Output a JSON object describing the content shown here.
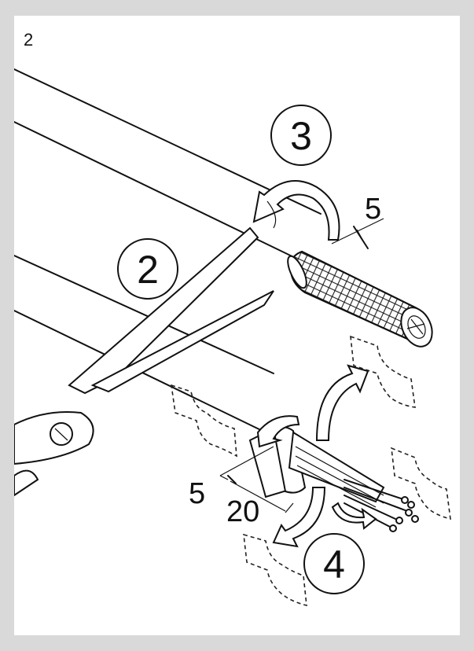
{
  "page_number": "2",
  "callouts": {
    "step2": "2",
    "step3": "3",
    "step4": "4"
  },
  "dimensions": {
    "shield_fold": "5",
    "insulation_small": "5",
    "strip_length": "20"
  }
}
